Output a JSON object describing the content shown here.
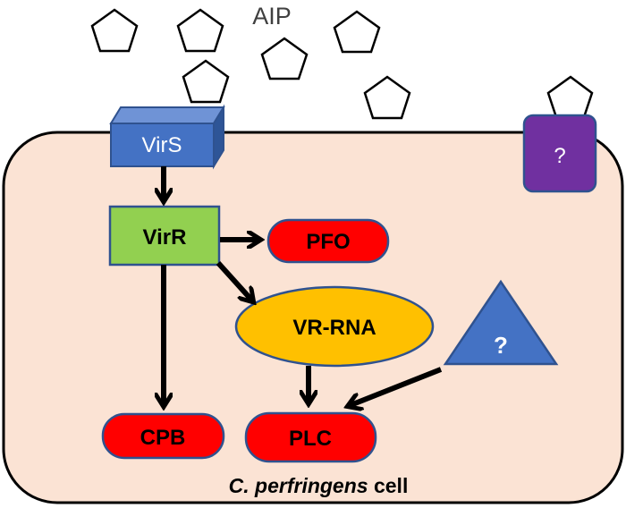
{
  "labels": {
    "aip": "AIP",
    "virs": "VirS",
    "virr": "VirR",
    "pfo": "PFO",
    "vr_rna": "VR-RNA",
    "cpb": "CPB",
    "plc": "PLC",
    "unknown_receptor": "?",
    "unknown_factor": "?",
    "cell_species": "C. perfringens",
    "cell_word": "cell"
  },
  "colors": {
    "cell_fill": "#fbe3d4",
    "toxin_red": "#ff0000",
    "virs_blue": "#4472c4",
    "virr_green": "#92d050",
    "vr_rna_orange": "#ffc000",
    "receptor_purple": "#7030a0",
    "factor_blue": "#4472c4"
  }
}
